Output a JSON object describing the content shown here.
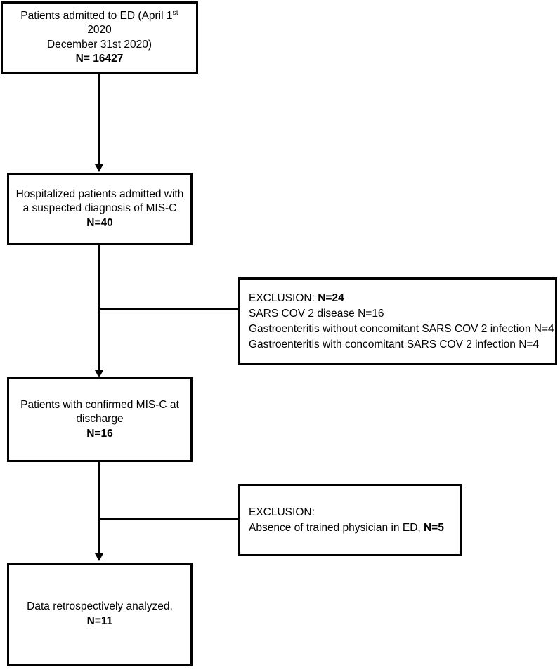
{
  "figure": {
    "type": "flowchart",
    "orientation": "top-to-bottom",
    "title_visible": false
  },
  "nodes": {
    "enrollment": {
      "line1_prefix": "Patients admitted to ED (April 1",
      "line1_sup": "st",
      "line1_suffix": " 2020",
      "line2": "December 31st 2020)",
      "count_label": "N= 16427"
    },
    "suspected": {
      "line1": "Hospitalized patients admitted with",
      "line2": "a suspected diagnosis of MIS-C",
      "count_label": "N=40"
    },
    "confirmed": {
      "line1": "Patients with confirmed MIS-C at",
      "line2": "discharge",
      "count_label": "N=16"
    },
    "analyzed": {
      "line1_text": "Data retrospectively analyzed, ",
      "count_label": "N=11"
    }
  },
  "exclusions": {
    "first": {
      "heading_label": "EXCLUSION: ",
      "heading_count": "N=24",
      "reasons": [
        "SARS COV 2 disease N=16",
        "Gastroenteritis without concomitant SARS COV 2 infection N=4",
        "Gastroenteritis with concomitant SARS COV 2 infection N=4"
      ]
    },
    "second": {
      "heading_label": "EXCLUSION:",
      "reason_text": "Absence of trained physician in ED, ",
      "reason_count": "N=5"
    }
  },
  "chart_data": {
    "type": "flowchart",
    "title": "Patient enrollment flow diagram (MIS-C)",
    "stages": [
      {
        "id": "enrollment",
        "label": "Patients admitted to ED (April 1st 2020 December 31st 2020)",
        "n": 16427
      },
      {
        "id": "suspected",
        "label": "Hospitalized patients admitted with a suspected diagnosis of MIS-C",
        "n": 40
      },
      {
        "id": "confirmed",
        "label": "Patients with confirmed MIS-C at discharge",
        "n": 16
      },
      {
        "id": "analyzed",
        "label": "Data retrospectively analyzed",
        "n": 11
      }
    ],
    "exclusions": [
      {
        "after_stage": "suspected",
        "total_n": 24,
        "reasons": [
          {
            "label": "SARS COV 2 disease",
            "n": 16
          },
          {
            "label": "Gastroenteritis without concomitant SARS COV 2 infection",
            "n": 4
          },
          {
            "label": "Gastroenteritis with concomitant SARS COV 2 infection",
            "n": 4
          }
        ]
      },
      {
        "after_stage": "confirmed",
        "total_n": 5,
        "reasons": [
          {
            "label": "Absence of trained physician in ED",
            "n": 5
          }
        ]
      }
    ],
    "colors": {
      "stroke": "#000000",
      "fill": "#ffffff",
      "text": "#000000"
    }
  }
}
